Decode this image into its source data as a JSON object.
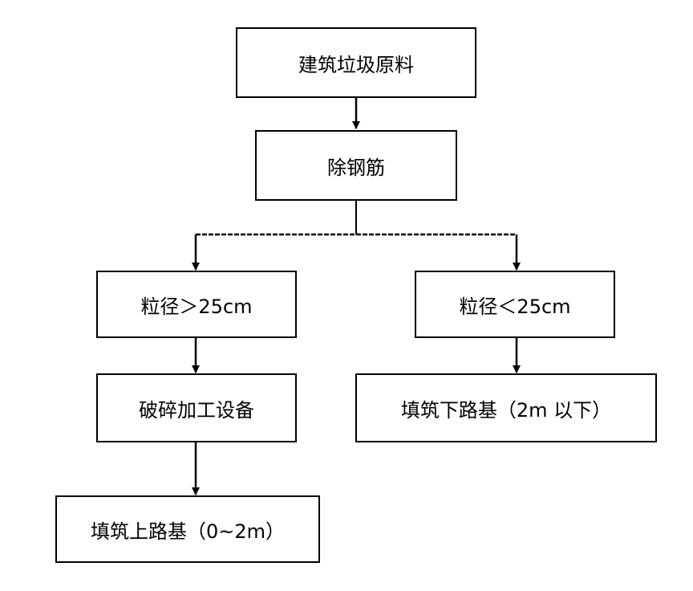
{
  "nodes": {
    "raw_material": "建筑垃圾原料",
    "remove_rebar": "除钢筋",
    "size_large": "粒径＞25cm",
    "size_small": "粒径＜25cm",
    "crushing": "破碎加工设备",
    "fill_lower": "填筑下路基（2m 以下）",
    "fill_upper": "填筑上路基（0~2m）"
  },
  "colors": {
    "line": "#000000",
    "box_border": "#000000",
    "background": "#ffffff"
  }
}
